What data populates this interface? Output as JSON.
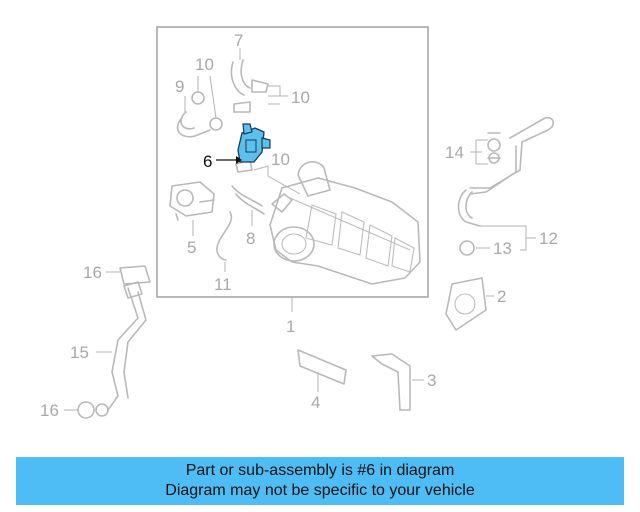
{
  "diagram": {
    "highlight_color": "#5bc1ec",
    "callouts": {
      "c1": "1",
      "c2": "2",
      "c3": "3",
      "c4": "4",
      "c5": "5",
      "c6": "6",
      "c7": "7",
      "c8": "8",
      "c9": "9",
      "c10a": "10",
      "c10b": "10",
      "c10c": "10",
      "c11": "11",
      "c12": "12",
      "c13": "13",
      "c14": "14",
      "c15": "15",
      "c16a": "16",
      "c16b": "16"
    }
  },
  "banner": {
    "line1": "Part or sub-assembly is #6 in diagram",
    "line2": "Diagram may not be specific to your vehicle",
    "color": "#4fbdf5"
  }
}
